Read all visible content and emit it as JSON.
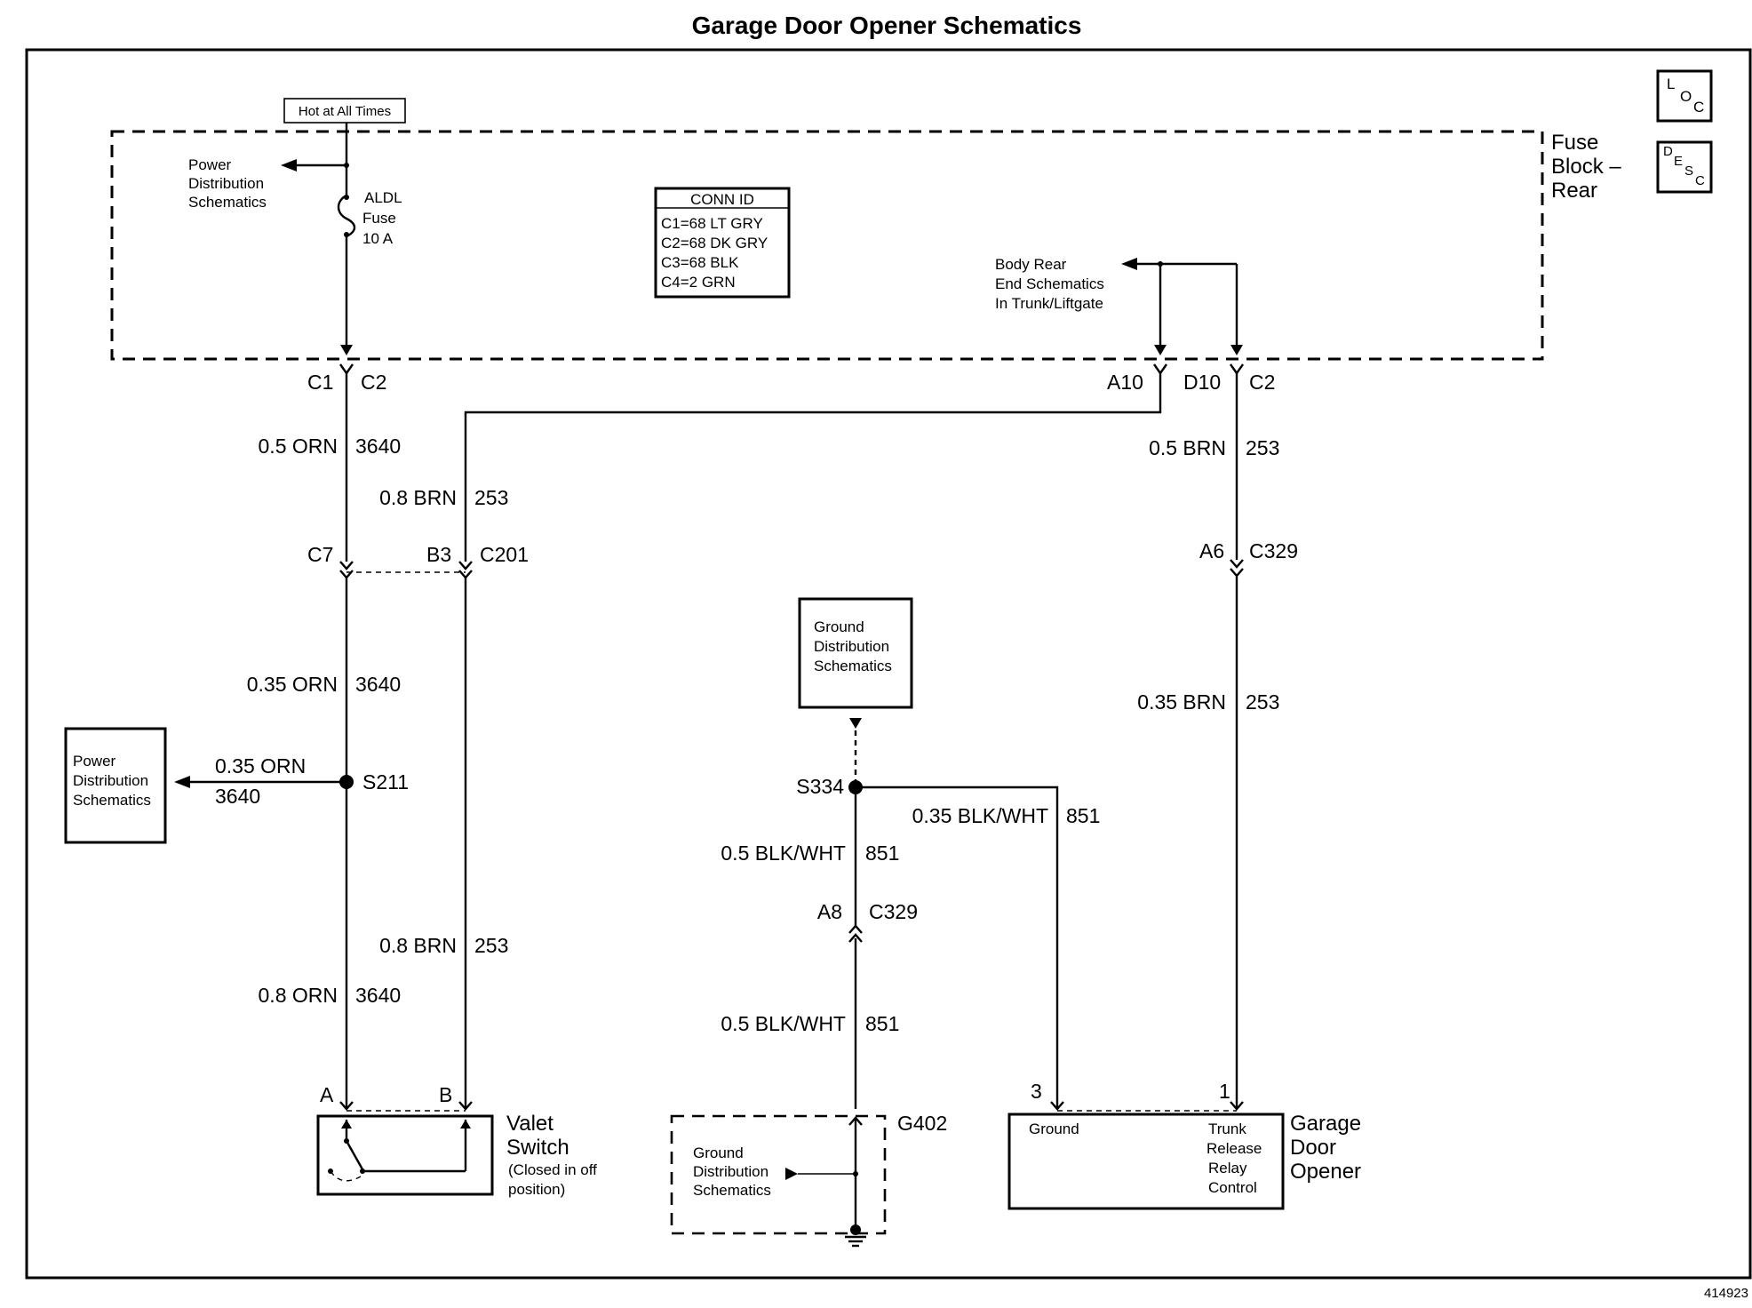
{
  "title": "Garage Door Opener Schematics",
  "figure_id": "414923",
  "corner_icons": [
    {
      "name": "loc-icon",
      "letters": [
        "L",
        "O",
        "C"
      ]
    },
    {
      "name": "desc-icon",
      "letters": [
        "D",
        "E",
        "S",
        "C"
      ]
    }
  ],
  "fuse_block": {
    "label_lines": [
      "Fuse",
      "Block –",
      "Rear"
    ],
    "hot_label": "Hot at All Times",
    "power_dist_lines": [
      "Power",
      "Distribution",
      "Schematics"
    ],
    "fuse_lines": [
      "ALDL",
      "Fuse",
      "10 A"
    ],
    "conn_id": {
      "header": "CONN ID",
      "rows": [
        "C1=68 LT GRY",
        "C2=68 DK GRY",
        "C3=68 BLK",
        "C4=2 GRN"
      ]
    },
    "body_rear_lines": [
      "Body Rear",
      "End  Schematics",
      "In Trunk/Liftgate"
    ]
  },
  "connectors": {
    "c1": "C1",
    "c2_left": "C2",
    "a10": "A10",
    "d10": "D10",
    "c2_right": "C2",
    "c7": "C7",
    "b3": "B3",
    "c201": "C201",
    "a6": "A6",
    "c329_right": "C329",
    "a8": "A8",
    "c329_mid": "C329"
  },
  "wires": {
    "w1": {
      "gauge": "0.5 ORN",
      "circuit": "3640"
    },
    "w2": {
      "gauge": "0.8 BRN",
      "circuit": "253"
    },
    "w3": {
      "gauge": "0.5 BRN",
      "circuit": "253"
    },
    "w4": {
      "gauge": "0.35 ORN",
      "circuit": "3640"
    },
    "w5": {
      "gauge": "0.35 ORN",
      "circuit": "3640"
    },
    "w6": {
      "gauge": "0.8 BRN",
      "circuit": "253"
    },
    "w7": {
      "gauge": "0.8 ORN",
      "circuit": "3640"
    },
    "w8": {
      "gauge": "0.35 BRN",
      "circuit": "253"
    },
    "w9": {
      "gauge": "0.35 BLK/WHT",
      "circuit": "851"
    },
    "w10": {
      "gauge": "0.5 BLK/WHT",
      "circuit": "851"
    },
    "w11": {
      "gauge": "0.5 BLK/WHT",
      "circuit": "851"
    }
  },
  "splices": {
    "s211": "S211",
    "s334": "S334",
    "g402": "G402"
  },
  "power_dist_box_lines": [
    "Power",
    "Distribution",
    "Schematics"
  ],
  "ground_dist_box_lines": [
    "Ground",
    "Distribution",
    "Schematics"
  ],
  "ground_dist_dashed_lines": [
    "Ground",
    "Distribution",
    "Schematics"
  ],
  "valet_switch": {
    "pin_a": "A",
    "pin_b": "B",
    "label_lines": [
      "Valet",
      "Switch"
    ],
    "note_lines": [
      "(Closed in off",
      "position)"
    ]
  },
  "garage_door_opener": {
    "pin_3": "3",
    "pin_1": "1",
    "ground_label": "Ground",
    "control_lines": [
      "Trunk",
      "Release",
      "Relay",
      "Control"
    ],
    "label_lines": [
      "Garage",
      "Door",
      "Opener"
    ]
  }
}
